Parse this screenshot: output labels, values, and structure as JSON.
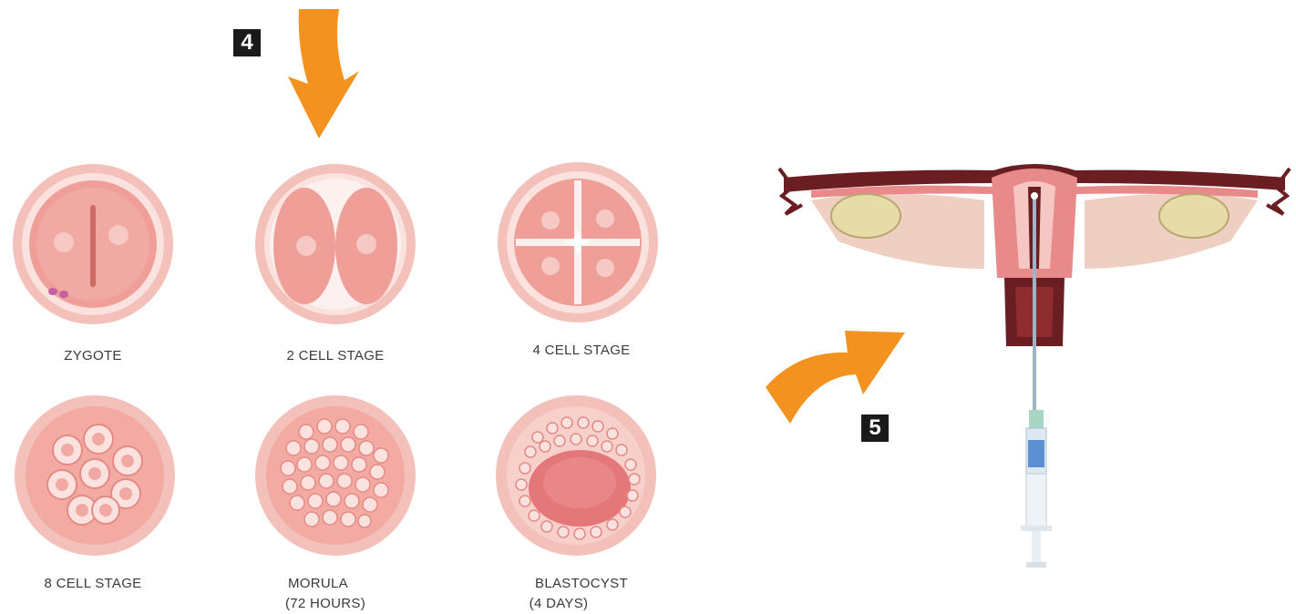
{
  "steps": {
    "step4": "4",
    "step5": "5"
  },
  "stages": [
    {
      "label": "ZYGOTE",
      "sub": ""
    },
    {
      "label": "2 CELL STAGE",
      "sub": ""
    },
    {
      "label": "4 CELL STAGE",
      "sub": ""
    },
    {
      "label": "8 CELL STAGE",
      "sub": ""
    },
    {
      "label": "MORULA",
      "sub": "(72 HOURS)"
    },
    {
      "label": "BLASTOCYST",
      "sub": "(4 DAYS)"
    }
  ],
  "colors": {
    "arrow": "#f3921e",
    "cell_outer": "#f2b3ad",
    "cell_inner": "#f6c8c2",
    "cell_fill": "#ef9d96",
    "uterus": "#e88a8a",
    "ovary": "#e6dca8",
    "tube_dark": "#6a1e22"
  }
}
